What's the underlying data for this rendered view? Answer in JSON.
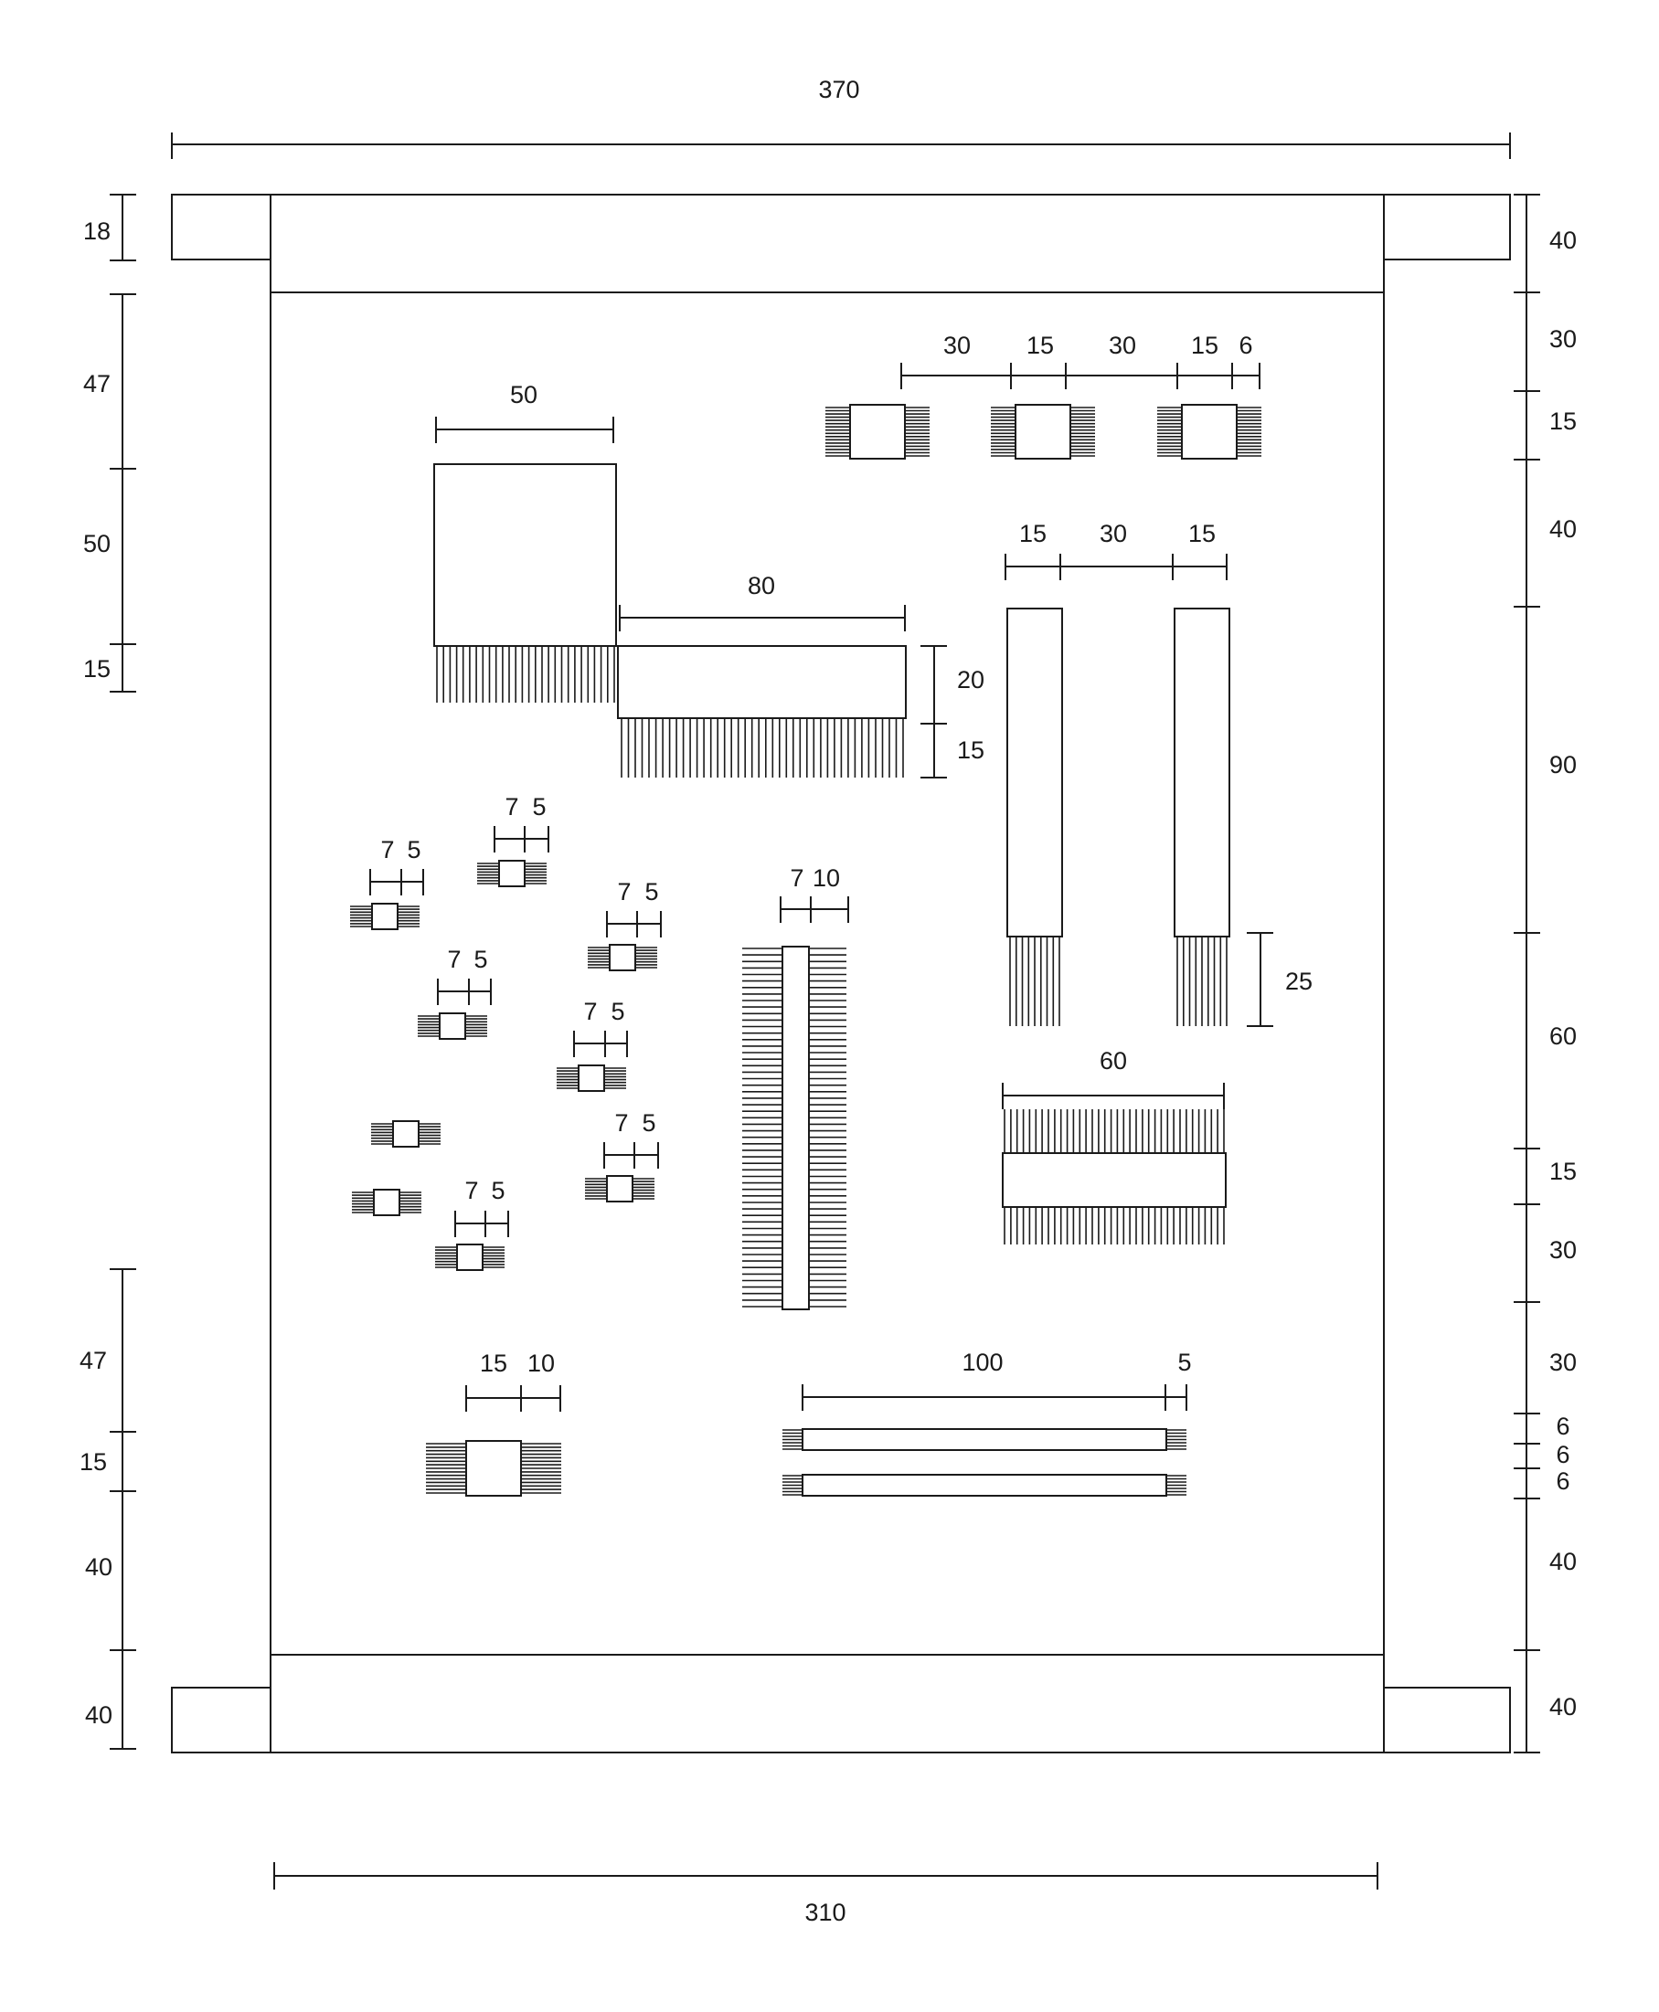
{
  "dimensions": {
    "overall_width": "370",
    "inner_width": "310",
    "left_top_tab": "18",
    "left_1": "47",
    "left_2": "50",
    "left_3": "15",
    "left_4": "47",
    "left_5": "15",
    "left_6": "40",
    "left_7": "40",
    "right_1": "40",
    "right_2": "30",
    "right_3": "15",
    "right_4": "40",
    "right_5": "90",
    "right_6": "60",
    "right_7": "15",
    "right_8": "30",
    "right_9": "30",
    "right_10": "6",
    "right_11": "6",
    "right_12": "6",
    "right_13": "40",
    "right_14": "40",
    "chip_row_gap_a": "30",
    "chip_row_w_a": "15",
    "chip_row_gap_b": "30",
    "chip_row_w_b": "15",
    "chip_row_pin": "6",
    "big_chip_width": "50",
    "wide_chip_width": "80",
    "wide_chip_height": "20",
    "wide_chip_pins": "15",
    "tall_pair_w1": "15",
    "tall_pair_gap": "30",
    "tall_pair_w2": "15",
    "tall_pins": "25",
    "connector_width": "60",
    "strip_pin": "7",
    "strip_body": "10",
    "small_chip_body": "7",
    "small_chip_pin": "5",
    "qfp_body": "15",
    "qfp_pin": "10",
    "rail_length": "100",
    "rail_end": "5"
  }
}
